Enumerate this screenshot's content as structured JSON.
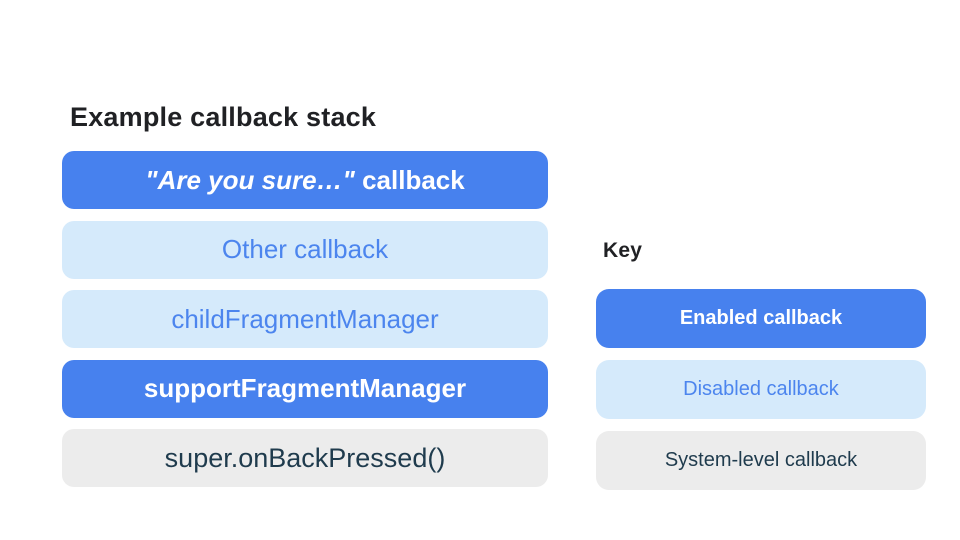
{
  "page": {
    "background": "#ffffff"
  },
  "stack": {
    "title": "Example callback stack",
    "items": [
      {
        "quoted": "\"Are you sure…\"",
        "rest": " callback",
        "type": "enabled"
      },
      {
        "label": "Other callback",
        "type": "disabled"
      },
      {
        "label": "childFragmentManager",
        "type": "disabled"
      },
      {
        "label": "supportFragmentManager",
        "type": "enabled"
      },
      {
        "label": "super.onBackPressed()",
        "type": "system"
      }
    ]
  },
  "key": {
    "heading": "Key",
    "items": [
      {
        "label": "Enabled callback",
        "type": "enabled"
      },
      {
        "label": "Disabled callback",
        "type": "disabled"
      },
      {
        "label": "System-level callback",
        "type": "system"
      }
    ]
  },
  "colors": {
    "page_bg": "#ffffff",
    "title_text": "#202124",
    "enabled_bg": "#4781ee",
    "enabled_text": "#ffffff",
    "disabled_bg": "#d5eafb",
    "disabled_text": "#4c85ee",
    "system_bg": "#ececec",
    "system_text": "#1f3b4d"
  }
}
